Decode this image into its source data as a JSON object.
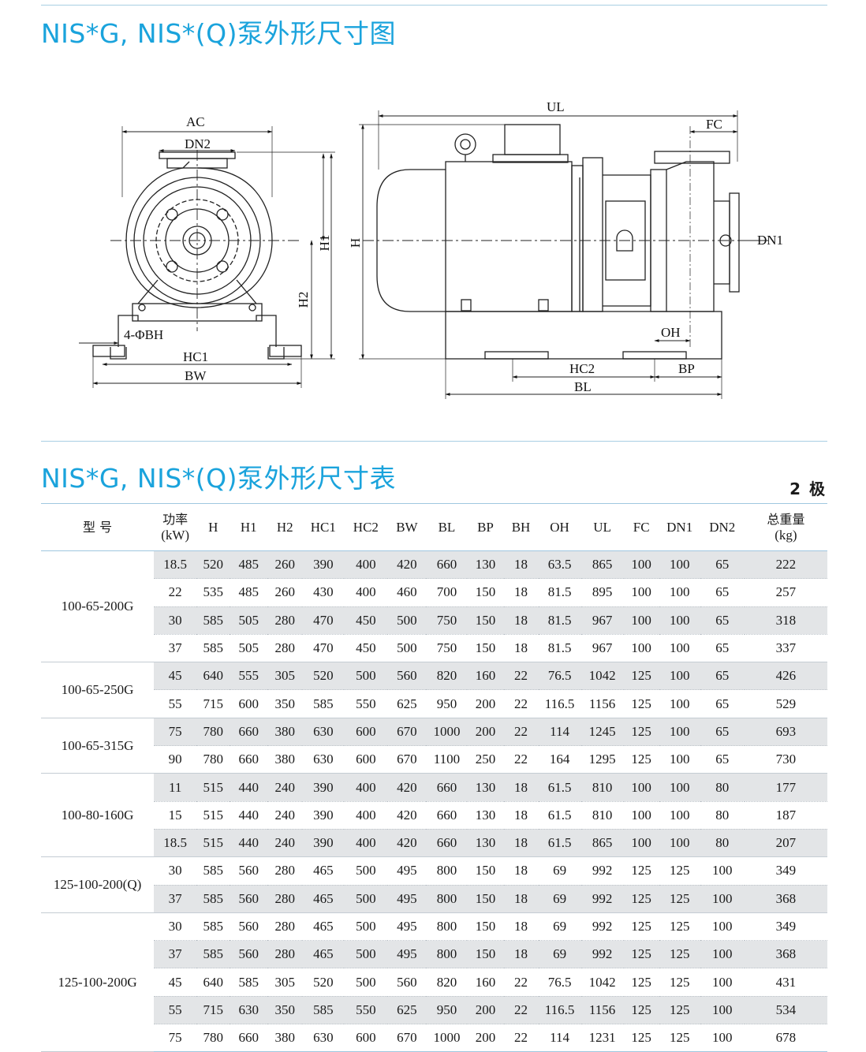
{
  "drawing_title": "NIS*G, NIS*(Q)泵外形尺寸图",
  "table_title": "NIS*G, NIS*(Q)泵外形尺寸表",
  "pole_label": "2 极",
  "labels": {
    "ac": "AC",
    "dn2": "DN2",
    "h1": "H1",
    "h2": "H2",
    "bh": "4-ΦBH",
    "hc1": "HC1",
    "bw": "BW",
    "ul": "UL",
    "fc": "FC",
    "h": "H",
    "dn1": "DN1",
    "oh": "OH",
    "hc2": "HC2",
    "bp": "BP",
    "bl": "BL"
  },
  "table": {
    "headers": {
      "model": "型 号",
      "power": [
        "功率",
        "(kW)"
      ],
      "cols": [
        "H",
        "H1",
        "H2",
        "HC1",
        "HC2",
        "BW",
        "BL",
        "BP",
        "BH",
        "OH",
        "UL",
        "FC",
        "DN1",
        "DN2"
      ],
      "weight": [
        "总重量",
        "(kg)"
      ]
    },
    "groups": [
      {
        "model": "100-65-200G",
        "rows": [
          [
            "18.5",
            "520",
            "485",
            "260",
            "390",
            "400",
            "420",
            "660",
            "130",
            "18",
            "63.5",
            "865",
            "100",
            "100",
            "65",
            "222"
          ],
          [
            "22",
            "535",
            "485",
            "260",
            "430",
            "400",
            "460",
            "700",
            "150",
            "18",
            "81.5",
            "895",
            "100",
            "100",
            "65",
            "257"
          ],
          [
            "30",
            "585",
            "505",
            "280",
            "470",
            "450",
            "500",
            "750",
            "150",
            "18",
            "81.5",
            "967",
            "100",
            "100",
            "65",
            "318"
          ],
          [
            "37",
            "585",
            "505",
            "280",
            "470",
            "450",
            "500",
            "750",
            "150",
            "18",
            "81.5",
            "967",
            "100",
            "100",
            "65",
            "337"
          ]
        ]
      },
      {
        "model": "100-65-250G",
        "rows": [
          [
            "45",
            "640",
            "555",
            "305",
            "520",
            "500",
            "560",
            "820",
            "160",
            "22",
            "76.5",
            "1042",
            "125",
            "100",
            "65",
            "426"
          ],
          [
            "55",
            "715",
            "600",
            "350",
            "585",
            "550",
            "625",
            "950",
            "200",
            "22",
            "116.5",
            "1156",
            "125",
            "100",
            "65",
            "529"
          ]
        ]
      },
      {
        "model": "100-65-315G",
        "rows": [
          [
            "75",
            "780",
            "660",
            "380",
            "630",
            "600",
            "670",
            "1000",
            "200",
            "22",
            "114",
            "1245",
            "125",
            "100",
            "65",
            "693"
          ],
          [
            "90",
            "780",
            "660",
            "380",
            "630",
            "600",
            "670",
            "1100",
            "250",
            "22",
            "164",
            "1295",
            "125",
            "100",
            "65",
            "730"
          ]
        ]
      },
      {
        "model": "100-80-160G",
        "rows": [
          [
            "11",
            "515",
            "440",
            "240",
            "390",
            "400",
            "420",
            "660",
            "130",
            "18",
            "61.5",
            "810",
            "100",
            "100",
            "80",
            "177"
          ],
          [
            "15",
            "515",
            "440",
            "240",
            "390",
            "400",
            "420",
            "660",
            "130",
            "18",
            "61.5",
            "810",
            "100",
            "100",
            "80",
            "187"
          ],
          [
            "18.5",
            "515",
            "440",
            "240",
            "390",
            "400",
            "420",
            "660",
            "130",
            "18",
            "61.5",
            "865",
            "100",
            "100",
            "80",
            "207"
          ]
        ]
      },
      {
        "model": "125-100-200(Q)",
        "rows": [
          [
            "30",
            "585",
            "560",
            "280",
            "465",
            "500",
            "495",
            "800",
            "150",
            "18",
            "69",
            "992",
            "125",
            "125",
            "100",
            "349"
          ],
          [
            "37",
            "585",
            "560",
            "280",
            "465",
            "500",
            "495",
            "800",
            "150",
            "18",
            "69",
            "992",
            "125",
            "125",
            "100",
            "368"
          ]
        ]
      },
      {
        "model": "125-100-200G",
        "rows": [
          [
            "30",
            "585",
            "560",
            "280",
            "465",
            "500",
            "495",
            "800",
            "150",
            "18",
            "69",
            "992",
            "125",
            "125",
            "100",
            "349"
          ],
          [
            "37",
            "585",
            "560",
            "280",
            "465",
            "500",
            "495",
            "800",
            "150",
            "18",
            "69",
            "992",
            "125",
            "125",
            "100",
            "368"
          ],
          [
            "45",
            "640",
            "585",
            "305",
            "520",
            "500",
            "560",
            "820",
            "160",
            "22",
            "76.5",
            "1042",
            "125",
            "125",
            "100",
            "431"
          ],
          [
            "55",
            "715",
            "630",
            "350",
            "585",
            "550",
            "625",
            "950",
            "200",
            "22",
            "116.5",
            "1156",
            "125",
            "125",
            "100",
            "534"
          ],
          [
            "75",
            "780",
            "660",
            "380",
            "630",
            "600",
            "670",
            "1000",
            "200",
            "22",
            "114",
            "1231",
            "125",
            "125",
            "100",
            "678"
          ]
        ]
      }
    ]
  }
}
